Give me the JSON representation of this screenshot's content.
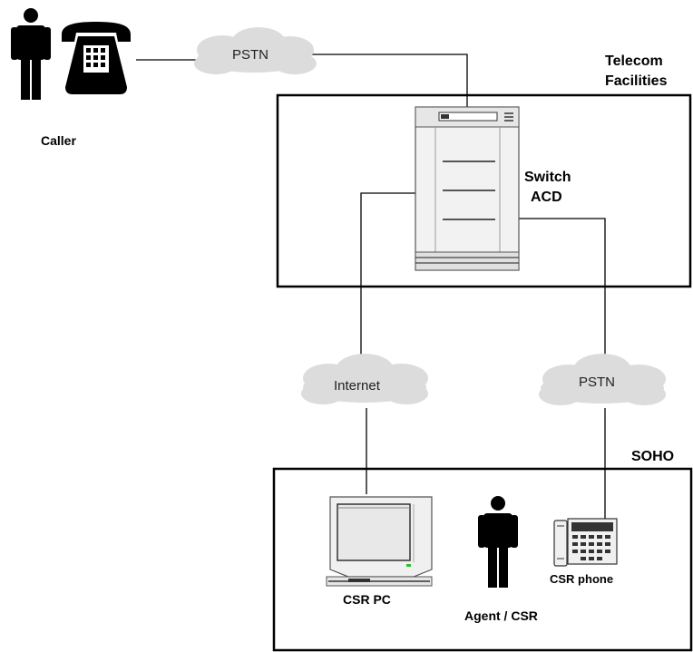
{
  "labels": {
    "caller": "Caller",
    "pstn_top": "PSTN",
    "telecom_line1": "Telecom",
    "telecom_line2": "Facilities",
    "switch_line1": "Switch",
    "switch_line2": "ACD",
    "internet": "Internet",
    "pstn_bottom": "PSTN",
    "soho": "SOHO",
    "csr_pc": "CSR PC",
    "agent_csr": "Agent / CSR",
    "csr_phone": "CSR phone"
  },
  "icons": {
    "caller_person": "person-icon",
    "caller_phone": "desk-phone-icon",
    "switch": "switch-cabinet-icon",
    "cloud": "network-cloud-icon",
    "pc": "desktop-computer-icon",
    "agent": "person-icon",
    "csr_phone": "ip-phone-icon"
  },
  "colors": {
    "line": "#000000",
    "cloud_fill": "#dcdcdc",
    "device_fill": "#f2f2f2",
    "screen_fill": "#e8e8e8",
    "led": "#2fbf2f"
  }
}
